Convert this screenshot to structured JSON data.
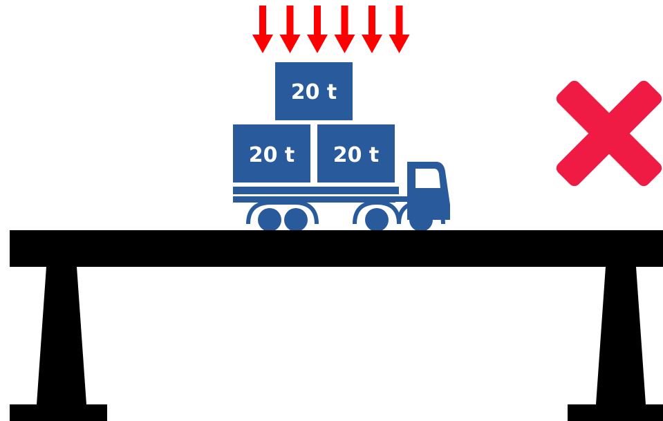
{
  "colors": {
    "load_arrows": "#ff0000",
    "truck": "#285a9c",
    "cross_mark": "#ef1b44",
    "bridge": "#000000",
    "background": "#ffffff"
  },
  "load_arrows": {
    "count": 6,
    "icon": "arrow-down-icon"
  },
  "cargo": {
    "top_box": {
      "label": "20 t"
    },
    "bottom_left_box": {
      "label": "20 t"
    },
    "bottom_right_box": {
      "label": "20 t"
    }
  },
  "truck": {
    "icon": "truck-icon"
  },
  "cross": {
    "icon": "cross-mark-icon"
  },
  "bridge": {
    "icon": "bridge-icon"
  }
}
